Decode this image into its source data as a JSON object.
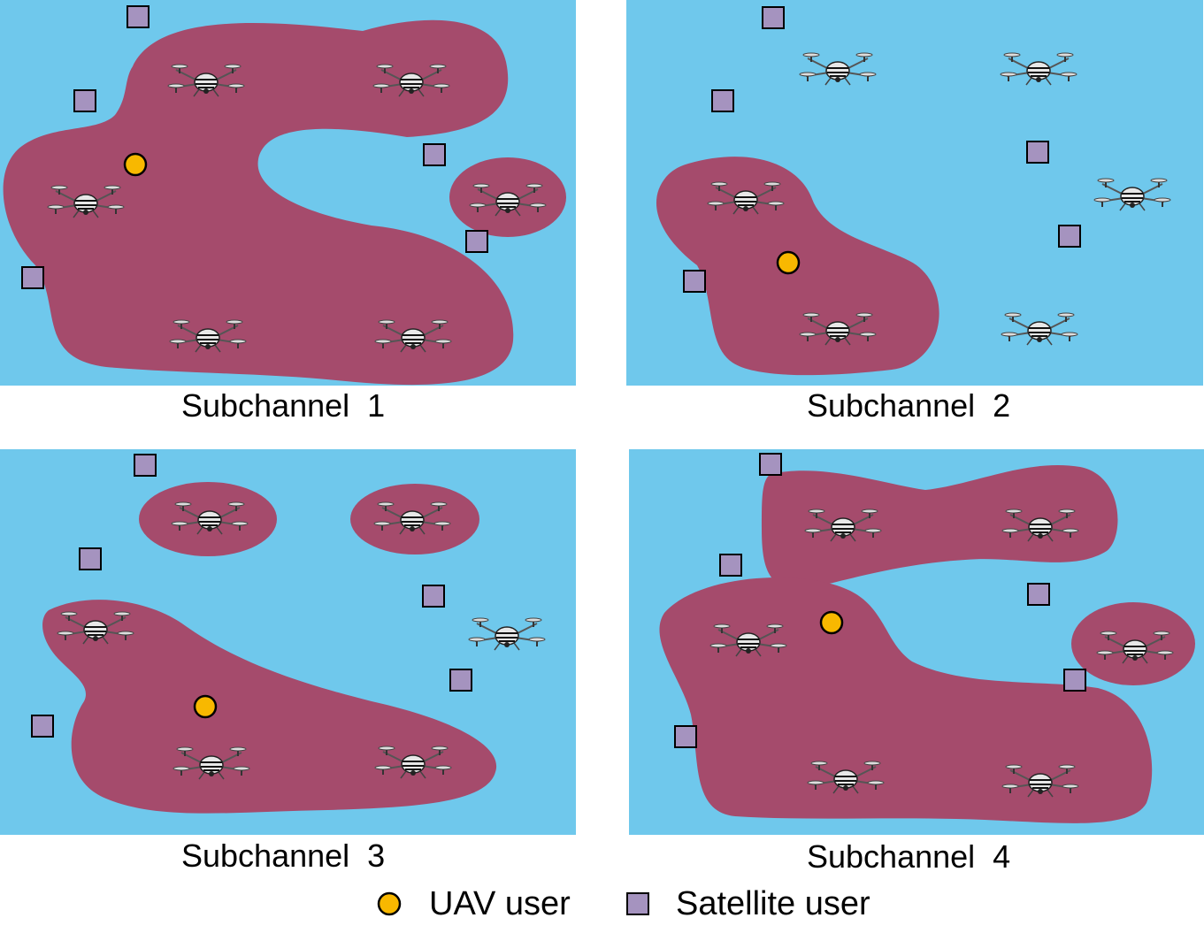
{
  "colors": {
    "background": "#6fc8ec",
    "coverage": "#a54b6c",
    "uav_user": "#f8b800",
    "satellite_user": "#a593bf",
    "outline": "#000000"
  },
  "panels": [
    {
      "caption": "Subchannel  1"
    },
    {
      "caption": "Subchannel  2"
    },
    {
      "caption": "Subchannel  3"
    },
    {
      "caption": "Subchannel  4"
    }
  ],
  "legend": {
    "uav_user": "UAV user",
    "satellite_user": "Satellite user"
  },
  "icons": {
    "drone": "drone-icon",
    "uav_user": "circle-marker",
    "satellite_user": "square-marker"
  }
}
